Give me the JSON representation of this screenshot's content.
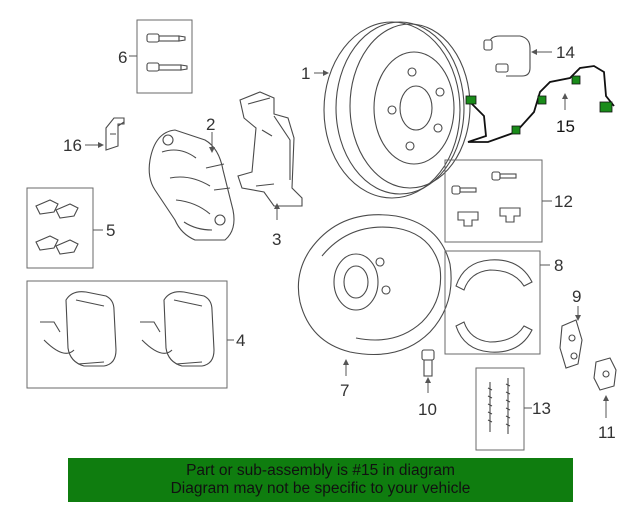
{
  "callouts": {
    "c1": "1",
    "c2": "2",
    "c3": "3",
    "c4": "4",
    "c5": "5",
    "c6": "6",
    "c7": "7",
    "c8": "8",
    "c9": "9",
    "c10": "10",
    "c11": "11",
    "c12": "12",
    "c13": "13",
    "c14": "14",
    "c15": "15",
    "c16": "16"
  },
  "highlight": {
    "part": "15",
    "color": "#1a8c1a"
  },
  "banner": {
    "line1": "Part or sub-assembly is #15 in diagram",
    "line2": "Diagram may not be specific to your vehicle",
    "background": "#0f7d0f"
  }
}
